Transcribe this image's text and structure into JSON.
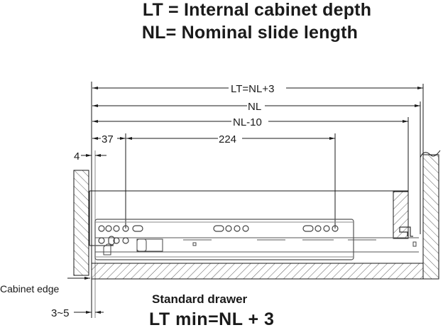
{
  "header": {
    "line1": "LT = Internal cabinet depth",
    "line2": "NL= Nominal slide length"
  },
  "dimensions": {
    "lt": "LT=NL+3",
    "nl": "NL",
    "nl_minus": "NL-10",
    "d37": "37",
    "d224": "224",
    "d4": "4",
    "d3_5": "3~5"
  },
  "labels": {
    "cabinet_edge": "Cabinet edge",
    "standard_drawer": "Standard drawer",
    "lt_min": "LT min=NL + 3"
  },
  "colors": {
    "line": "#1a1a1a",
    "gray_line": "#888888",
    "background": "#ffffff"
  }
}
